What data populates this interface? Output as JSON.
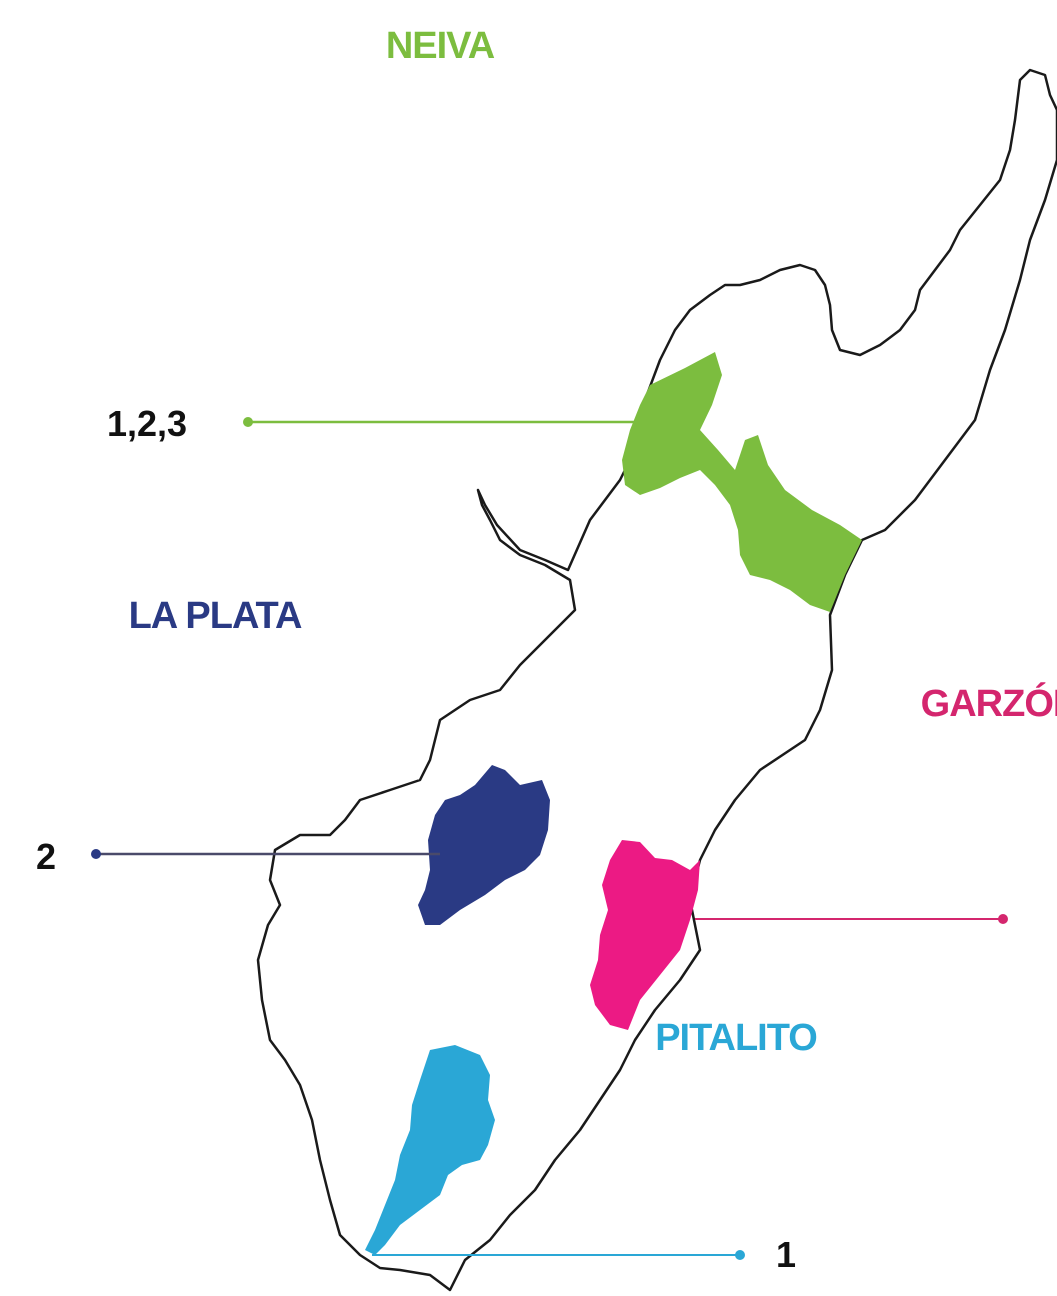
{
  "regions": {
    "neiva": {
      "label": "NEIVA",
      "color": "#7cbd3f"
    },
    "la_plata": {
      "label": "LA PLATA",
      "color": "#2a3a84"
    },
    "garzon": {
      "label": "GARZÓN",
      "color": "#d4266e"
    },
    "pitalito": {
      "label": "PITALITO",
      "color": "#2aa7d6"
    }
  },
  "markers": {
    "neiva": {
      "label": "1,2,3",
      "color": "#7cbd3f"
    },
    "la_plata": {
      "label": "2",
      "color": "#2a3a84"
    },
    "pitalito": {
      "label": "1",
      "color": "#2aa7d6"
    }
  },
  "colors": {
    "outline": "#1a1a1a",
    "garzon_shape": "#ec1a84"
  }
}
